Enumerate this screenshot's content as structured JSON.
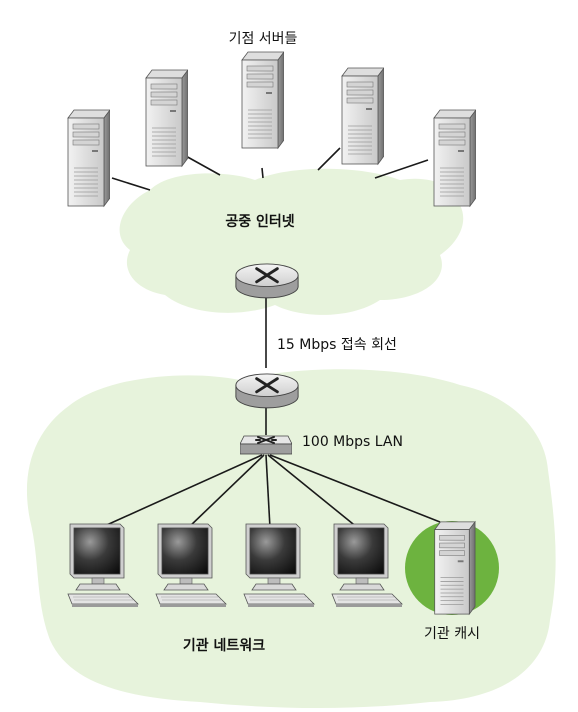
{
  "labels": {
    "origin_servers": "기점 서버들",
    "public_internet": "공중 인터넷",
    "access_link": "15 Mbps 접속 회선",
    "lan": "100 Mbps LAN",
    "institutional_network": "기관 네트워크",
    "institutional_cache": "기관 캐시"
  },
  "colors": {
    "cloud_fill": "#e7f3dc",
    "cache_highlight": "#6db33f",
    "router_fill": "#e2e2e2",
    "link": "#1a1a1a"
  },
  "icons": {
    "server": "server-tower-icon",
    "router": "router-icon",
    "switch": "switch-icon",
    "computer": "desktop-computer-icon"
  },
  "counts": {
    "origin_servers": 5,
    "lan_computers": 4
  }
}
